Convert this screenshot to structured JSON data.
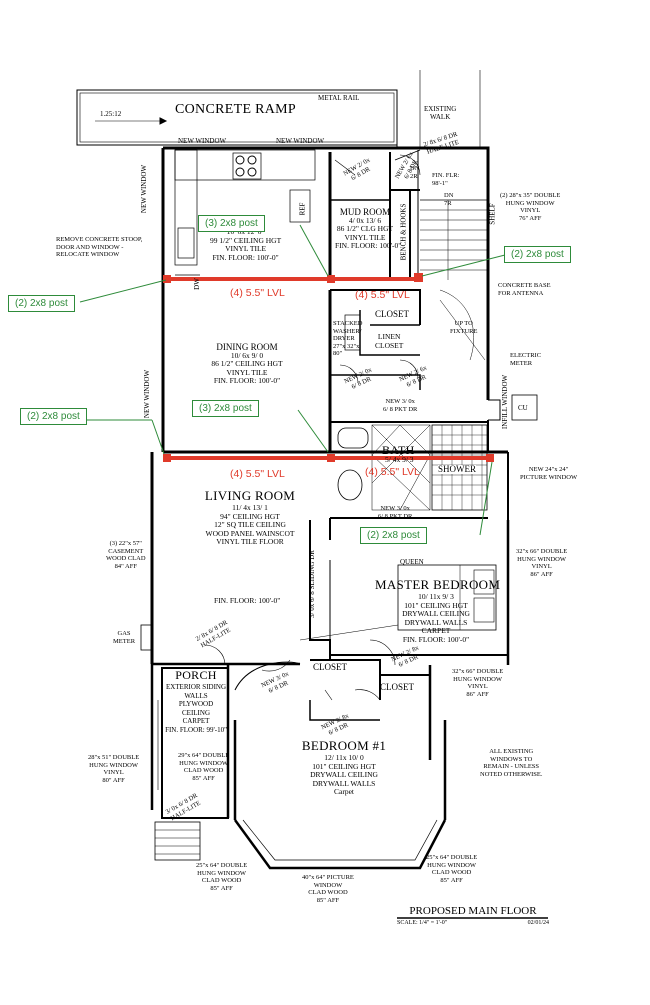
{
  "header": {
    "ramp_title": "CONCRETE RAMP",
    "slope": "1.25:12",
    "metal_rail": "METAL RAIL",
    "existing_walk": [
      "EXISTING",
      "WALK"
    ]
  },
  "windows": {
    "new_window_top_left": "NEW WINDOW",
    "new_window_top_right": "NEW WINDOW",
    "new_window_left_vertical": "NEW WINDOW",
    "new_window_dining_vertical": "NEW WINDOW",
    "infill_window": "INFILL WINDOW",
    "remove_note": [
      "REMOVE CONCRETE STOOP,",
      "DOOR AND WINDOW -",
      "RELOCATE WINDOW"
    ],
    "right_top": [
      "(2) 28\"x 35\" DOUBLE",
      "HUNG WINDOW",
      "VINYL",
      "76\" AFF"
    ],
    "concrete_base": [
      "CONCRETE BASE",
      "FOR ANTENNA"
    ],
    "electric_meter": [
      "ELECTRIC",
      "METER"
    ],
    "cu": "CU",
    "picture_window": [
      "NEW 24\"x 24\"",
      "PICTURE WINDOW"
    ],
    "master_window": [
      "32\"x 66\" DOUBLE",
      "HUNG WINDOW",
      "VINYL",
      "86\" AFF"
    ],
    "closet_window": [
      "32\"x 66\" DOUBLE",
      "HUNG WINDOW",
      "VINYL",
      "86\" AFF"
    ],
    "casement": [
      "(3) 22\"x 57\"",
      "CASEMENT",
      "WOOD CLAD",
      "84\" AFF"
    ],
    "gas_meter": [
      "GAS",
      "METER"
    ],
    "porch_left": [
      "28\"x 51\" DOUBLE",
      "HUNG WINDOW",
      "VINYL",
      "80\" AFF"
    ],
    "porch_right": [
      "29\"x 64\" DOUBLE",
      "HUNG WINDOW",
      "CLAD WOOD",
      "85\" AFF"
    ],
    "bottom_left": [
      "25\"x 64\" DOUBLE",
      "HUNG WINDOW",
      "CLAD WOOD",
      "85\" AFF"
    ],
    "bottom_center": [
      "40\"x 64\" PICTURE",
      "WINDOW",
      "CLAD WOOD",
      "85\" AFF"
    ],
    "bottom_right": [
      "25\"x 64\" DOUBLE",
      "HUNG WINDOW",
      "CLAD WOOD",
      "85\" AFF"
    ]
  },
  "rooms": {
    "kitchen": {
      "lines": [
        "10' 6x 12' 6\"",
        "99 1/2\" CEILING HGT",
        "VINYL TILE",
        "FIN. FLOOR: 100'-0\""
      ]
    },
    "mud_room": {
      "title": "MUD ROOM",
      "lines": [
        "4/ 0x 13/ 6",
        "86 1/2\" CLG HGT",
        "VINYL TILE",
        "FIN. FLOOR: 100'-0\""
      ]
    },
    "dining": {
      "title": "DINING ROOM",
      "lines": [
        "10/ 6x 9/ 0",
        "86 1/2\" CEILING HGT",
        "VINYL TILE",
        "FIN. FLOOR: 100'-0\""
      ]
    },
    "living": {
      "title": "LIVING ROOM",
      "lines": [
        "11/ 4x 13/ 1",
        "94\" CEILING HGT",
        "12\" SQ TILE CEILING",
        "WOOD PANEL WAINSCOT",
        "VINYL TILE FLOOR"
      ],
      "fin": "FIN. FLOOR: 100'-0\""
    },
    "master": {
      "title": "MASTER BEDROOM",
      "lines": [
        "10/ 11x 9/ 3",
        "101\" CEILING HGT",
        "DRYWALL CEILING",
        "DRYWALL WALLS",
        "CARPET",
        "FIN. FLOOR: 100'-0\""
      ],
      "bed": "QUEEN"
    },
    "porch": {
      "title": "PORCH",
      "lines": [
        "EXTERIOR SIDING",
        "WALLS",
        "PLYWOOD",
        "CEILING",
        "CARPET",
        "FIN. FLOOR: 99'-10\""
      ]
    },
    "bedroom1": {
      "title": "BEDROOM #1",
      "lines": [
        "12/ 11x 10/ 0",
        "101\" CEILING HGT",
        "DRYWALL CEILING",
        "DRYWALL WALLS",
        "Carpet"
      ]
    },
    "bath": {
      "title": "BATH",
      "sub": "5/ 4x 9/ 3"
    },
    "shower": "SHOWER",
    "closet_top": "CLOSET",
    "linen": [
      "LINEN",
      "CLOSET"
    ],
    "stacked": [
      "STACKED",
      "WASHER/",
      "DRYER",
      "27\"x 32\"x",
      "80\""
    ],
    "closet1": "CLOSET",
    "closet2": "CLOSET",
    "bench": "BENCH & HOOKS",
    "shelf": "SHELF",
    "fin_flr_right": [
      "FIN. FLR:",
      "98'-1\""
    ],
    "up_to_fixture": [
      "UP TO",
      "FIXTURE"
    ],
    "dn_7r": [
      "DN",
      "7R"
    ],
    "dn_2r": [
      "DN",
      "2R"
    ],
    "ref": "REF",
    "dw": "DW"
  },
  "doors": {
    "half_lite_top": [
      "2/ 8x 6/ 8 DR",
      "HALF-LITE"
    ],
    "new_mud_door": [
      "NEW 2/ 0x",
      "6/ 8 DR"
    ],
    "new_mud_door2": [
      "NEW 2/ 6x",
      "6/ 8 DR"
    ],
    "new_stack_door1": [
      "NEW 2/ 0x",
      "6/ 8 DR"
    ],
    "new_stack_door2": [
      "NEW 2/ 6x",
      "6/ 8 DR"
    ],
    "bath_door_top": [
      "NEW 3/ 0x",
      "6/ 8 PKT DR"
    ],
    "bath_door_bottom": [
      "NEW 3/ 0x",
      "6/ 8 PKT DR"
    ],
    "sliding": "3/ 0x 6/ 8 SLIDING DR",
    "half_lite_living": [
      "2/ 8x 6/ 8 DR",
      "HALF-LITE"
    ],
    "new_living_porch": [
      "NEW 3/ 0x",
      "6/ 8 DR"
    ],
    "new_bed_closet": [
      "NEW 2/ 8x",
      "6/ 8 DR"
    ],
    "new_master_door": [
      "NEW 2/ 8x",
      "6/ 8 DR"
    ],
    "porch_door": [
      "3/ 0x 6/ 8 DR",
      "HALF-LITE"
    ]
  },
  "structural": {
    "beam1": "(4) 5.5\" LVL",
    "beam2": "(4) 5.5\" LVL",
    "beam3": "(4) 5.5\" LVL",
    "beam4": "(4) 5.5\" LVL",
    "beam_color": "#e03a2a",
    "callout_color": "#2e8b3a",
    "callouts": [
      "(3) 2x8 post",
      "(2) 2x8 post",
      "(2) 2x8 post",
      "(2) 2x8 post",
      "(3) 2x8 post",
      "(2) 2x8 post"
    ]
  },
  "notes": {
    "all_existing": [
      "ALL EXISTING",
      "WINDOWS TO",
      "REMAIN - UNLESS",
      "NOTED OTHERWISE."
    ]
  },
  "title_block": {
    "title": "PROPOSED MAIN FLOOR",
    "scale": "SCALE: 1/4\" = 1'-0\"",
    "date": "02/01/24"
  }
}
